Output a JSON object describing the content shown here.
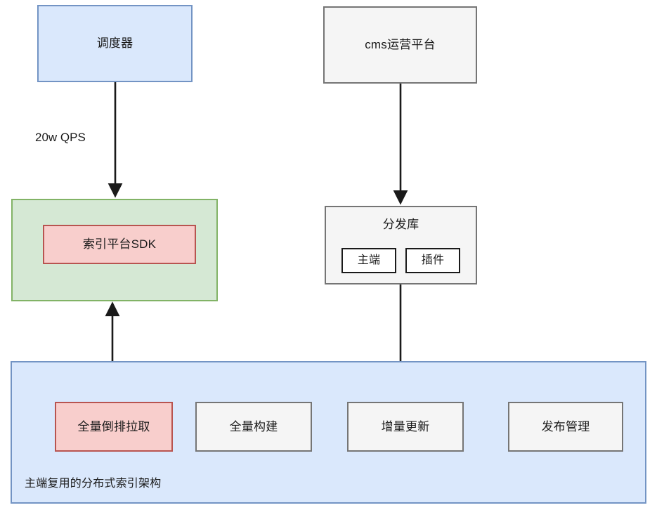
{
  "diagram": {
    "title": "主端复用的分布式索引架构",
    "colors": {
      "blue_fill": "#dae8fc",
      "blue_stroke": "#7394c4",
      "green_fill": "#d5e8d4",
      "green_stroke": "#82b366",
      "red_fill": "#f8cecc",
      "red_stroke": "#b85450",
      "gray_fill": "#f5f5f5",
      "gray_stroke": "#757575",
      "edge_stroke": "#1a1a1a",
      "background": "#ffffff"
    }
  },
  "nodes": {
    "scheduler": {
      "label": "调度器"
    },
    "cms_platform": {
      "label": "cms运营平台"
    },
    "index_platform_group": {
      "label": ""
    },
    "index_platform_sdk": {
      "label": "索引平台SDK"
    },
    "distribution_repo": {
      "label": "分发库",
      "children": [
        {
          "label": "主端"
        },
        {
          "label": "插件"
        }
      ]
    },
    "architecture_group": {
      "label": "主端复用的分布式索引架构",
      "children": [
        {
          "label": "全量倒排拉取"
        },
        {
          "label": "全量构建"
        },
        {
          "label": "增量更新"
        },
        {
          "label": "发布管理"
        }
      ]
    }
  },
  "edges": [
    {
      "from": "scheduler",
      "to": "index_platform_group",
      "label": "20w QPS",
      "direction": "down"
    },
    {
      "from": "cms_platform",
      "to": "distribution_repo",
      "label": "",
      "direction": "down"
    },
    {
      "from": "distribution_repo",
      "to": "incremental_update",
      "label": "",
      "direction": "down"
    },
    {
      "from": "index_platform_group",
      "to": "full_inverted_pull",
      "label": "",
      "direction": "both"
    }
  ]
}
